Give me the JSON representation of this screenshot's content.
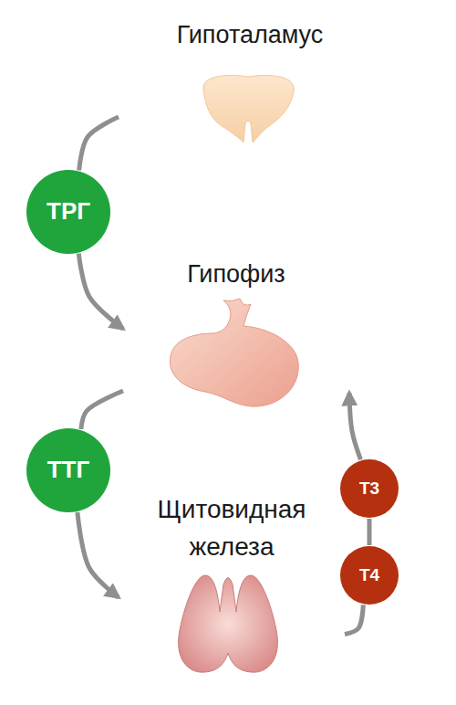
{
  "diagram": {
    "nodes": [
      {
        "text": [
          "Гипоталамус"
        ]
      },
      {
        "text": [
          "ТРГ"
        ]
      },
      {
        "text": [
          "Гипофиз"
        ]
      },
      {
        "text": [
          "ТТГ"
        ]
      },
      {
        "text": [
          "Щитовидная железа"
        ]
      },
      {
        "text": [
          "Т3"
        ]
      },
      {
        "text": [
          "Т4"
        ]
      }
    ],
    "edges": [
      {
        "from": 0,
        "to": 1,
        "arrow": "none"
      },
      {
        "from": 1,
        "to": 2,
        "arrow": "to"
      },
      {
        "from": 2,
        "to": 3,
        "arrow": "none"
      },
      {
        "from": 3,
        "to": 4,
        "arrow": "to"
      },
      {
        "from": 4,
        "to": 6,
        "arrow": "none"
      },
      {
        "from": 6,
        "to": 5,
        "arrow": "none"
      },
      {
        "from": 5,
        "to": 2,
        "arrow": "to"
      }
    ]
  }
}
